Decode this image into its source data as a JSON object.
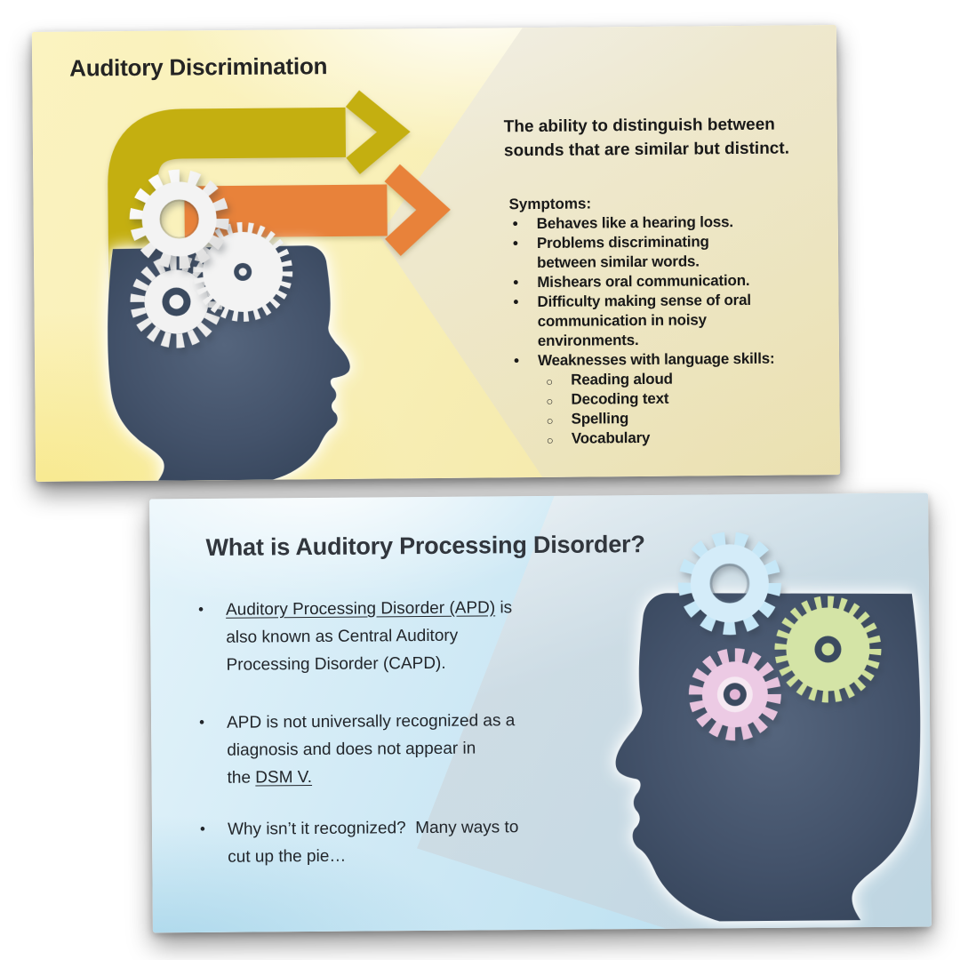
{
  "slide1": {
    "title": "Auditory Discrimination",
    "intro": "The ability to distinguish between\nsounds that are similar but distinct.",
    "symptoms_label": "Symptoms:",
    "symptoms": [
      "Behaves like a hearing loss.",
      "Problems discriminating\nbetween similar words.",
      "Mishears oral communication.",
      "Difficulty making sense of oral\ncommunication in noisy\nenvironments.",
      "Weaknesses with language skills:"
    ],
    "language_skill_weaknesses": [
      "Reading aloud",
      "Decoding text",
      "Spelling",
      "Vocabulary"
    ],
    "colors": {
      "arrow_yellow": "#c4af10",
      "arrow_orange": "#e8823a",
      "head_navy": "#3b4a5f",
      "background_yellow": "#f9f0b8"
    }
  },
  "slide2": {
    "title": "What is Auditory Processing Disorder?",
    "bullet1": {
      "underlined": "Auditory Processing Disorder (APD)",
      "rest": " is\nalso known as Central Auditory\nProcessing Disorder (CAPD)."
    },
    "bullet2": {
      "pre": "APD is not universally recognized as a\ndiagnosis and does not appear in\nthe ",
      "underlined": "DSM V."
    },
    "bullet3": "Why isn’t it recognized?  Many ways to\ncut up the pie…",
    "colors": {
      "gear_blue": "#cbe7f6",
      "gear_green": "#d4e4a6",
      "gear_pink": "#eccae4",
      "head_navy": "#3b4a5f",
      "background_blue": "#cfe9f5"
    }
  }
}
